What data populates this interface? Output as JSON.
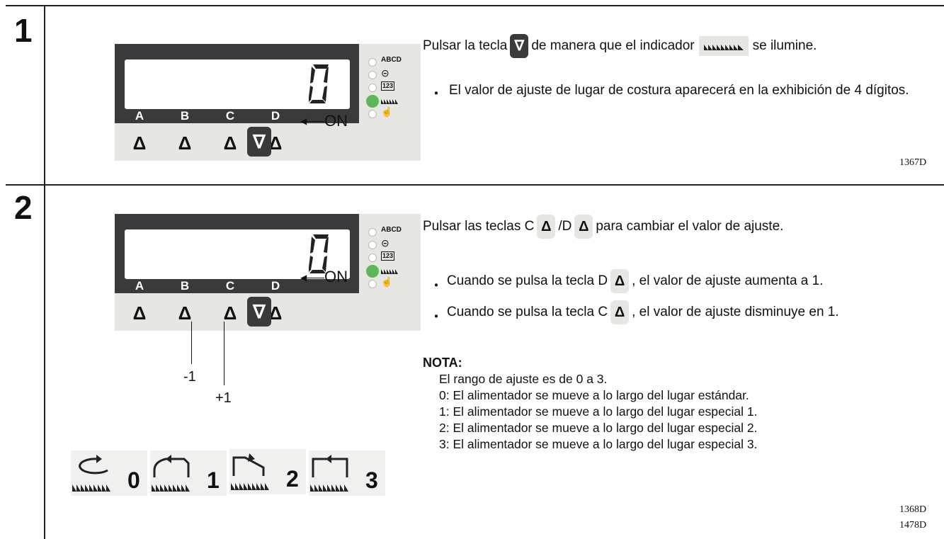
{
  "steps": [
    {
      "number": "1",
      "panel": {
        "digit": "0",
        "letters": [
          "A",
          "B",
          "C",
          "D"
        ],
        "led_labels": [
          "ABCD",
          "123"
        ],
        "on_label": "ON"
      },
      "text": {
        "main_before": "Pulsar la tecla",
        "main_middle": "de manera que el indicador",
        "main_after": "se ilumine.",
        "bullet_marker": "・",
        "bullet": "El valor de ajuste de lugar de costura aparecerá en la exhibición de 4 dígitos."
      },
      "refs": [
        "1367D"
      ]
    },
    {
      "number": "2",
      "panel": {
        "digit": "0",
        "letters": [
          "A",
          "B",
          "C",
          "D"
        ],
        "led_labels": [
          "ABCD",
          "123"
        ],
        "on_label": "ON",
        "minus_label": "-1",
        "plus_label": "+1"
      },
      "text": {
        "main_before": "Pulsar las teclas C",
        "main_sep": "/D",
        "main_after": "para cambiar el valor de ajuste.",
        "bullet_marker": "・",
        "bullet1_before": "Cuando se pulsa la tecla D",
        "bullet1_after": ", el valor de ajuste aumenta a 1.",
        "bullet2_before": "Cuando se pulsa la tecla C",
        "bullet2_after": ", el valor de ajuste disminuye en 1."
      },
      "nota": {
        "title": "NOTA:",
        "lines": [
          "El rango de ajuste es de 0 a 3.",
          "0: El alimentador se mueve a lo largo del lugar estándar.",
          "1: El alimentador se mueve a lo largo del lugar especial 1.",
          "2: El alimentador se mueve a lo largo del lugar especial 2.",
          "3: El alimentador se mueve a lo largo del lugar especial 3."
        ]
      },
      "modes": [
        "0",
        "1",
        "2",
        "3"
      ],
      "refs": [
        "1368D",
        "1478D"
      ]
    }
  ],
  "icons": {
    "down_key": "∇",
    "up_key": "Δ"
  }
}
